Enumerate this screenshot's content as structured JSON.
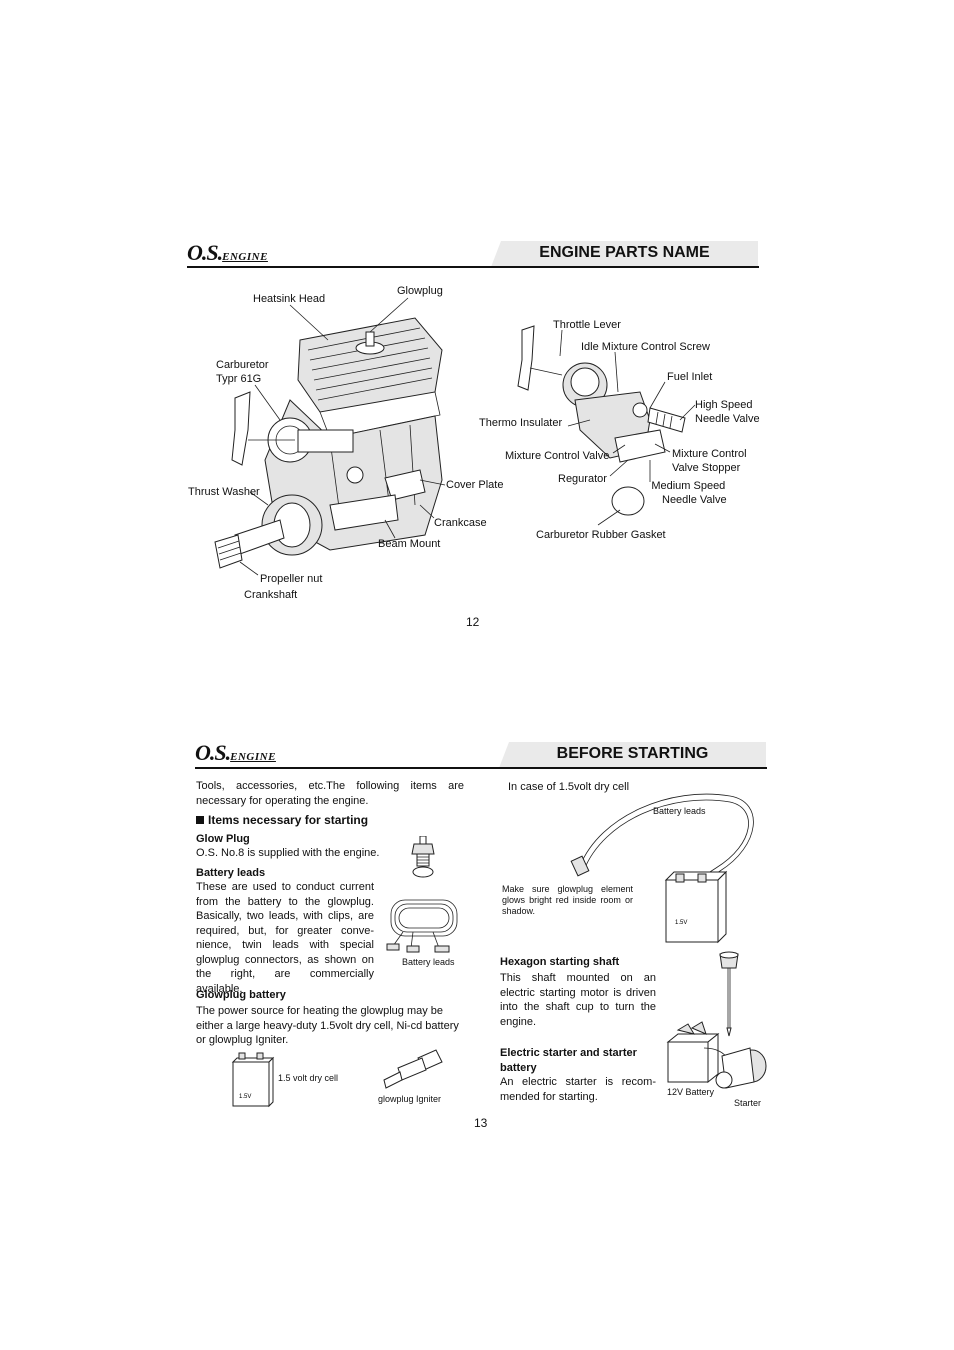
{
  "top": {
    "logo_main": "O.S.",
    "logo_sub": "ENGINE",
    "title": "ENGINE PARTS NAME",
    "page_number": "12",
    "labels": {
      "heatsink_head": "Heatsink Head",
      "glowplug": "Glowplug",
      "carburetor_1": "Carburetor",
      "carburetor_2": "Typr 61G",
      "thrust_washer": "Thrust Washer",
      "cover_plate": "Cover Plate",
      "crankcase": "Crankcase",
      "beam_mount": "Beam Mount",
      "propeller_nut": "Propeller nut",
      "crankshaft": "Crankshaft",
      "throttle_lever": "Throttle Lever",
      "idle_mixture": "Idle Mixture Control Screw",
      "fuel_inlet": "Fuel Inlet",
      "high_speed_1": "High Speed",
      "high_speed_2": "Needle Valve",
      "thermo_insulater": "Thermo Insulater",
      "mixture_control_valve": "Mixture Control Valve",
      "mixture_stopper_1": "Mixture Control",
      "mixture_stopper_2": "Valve Stopper",
      "regurator": "Regurator",
      "medium_speed_1": "Medium Speed",
      "medium_speed_2": "Needle Valve",
      "rubber_gasket": "Carburetor Rubber Gasket"
    }
  },
  "bottom": {
    "logo_main": "O.S.",
    "logo_sub": "ENGINE",
    "title": "BEFORE STARTING",
    "page_number": "13",
    "intro": "Tools, accessories, etc.The following items are necessary for operating the engine.",
    "section_heading": "Items necessary for starting",
    "glow_plug_heading": "Glow Plug",
    "glow_plug_text": "O.S. No.8 is supplied with the engine.",
    "battery_leads_heading": "Battery leads",
    "battery_leads_text": "These are used to conduct current from the battery to the glowplug. Basically, two leads, with clips, are required, but, for greater conve-nience, twin leads with special glowplug connectors, as shown on the right, are commercially available.",
    "battery_leads_caption": "Battery leads",
    "glowplug_battery_heading": "Glowplug battery",
    "glowplug_battery_text": "The power source for heating the glowplug may be either a large heavy-duty 1.5volt dry cell, Ni-cd battery or glowplug Igniter.",
    "dry_cell_caption": "1.5 volt dry cell",
    "dry_cell_marking": "1.5V",
    "igniter_caption": "glowplug Igniter",
    "right_case": "In case of 1.5volt dry cell",
    "right_battery_leads": "Battery leads",
    "glow_note": "Make sure glowplug element glows bright red inside room or shadow.",
    "right_cell_marking": "1.5V",
    "hex_shaft_heading": "Hexagon starting shaft",
    "hex_shaft_text": "This shaft mounted on an electric starting motor is driven into the shaft cup to turn the engine.",
    "starter_heading": "Electric starter and starter battery",
    "starter_text": "An electric starter is recom-mended for starting.",
    "battery_12v_caption": "12V Battery",
    "starter_caption": "Starter"
  }
}
